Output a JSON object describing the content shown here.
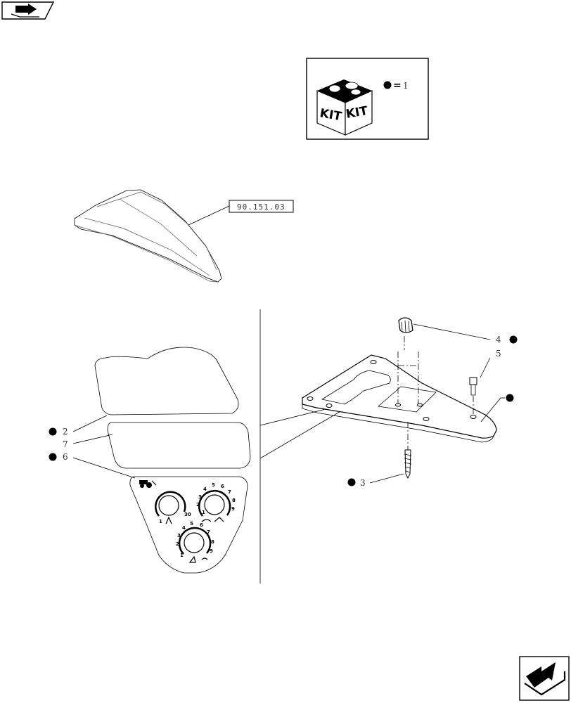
{
  "kit_box": {
    "kit_left": "KIT",
    "kit_right": "KIT",
    "equals": "=",
    "qty": "1"
  },
  "reference": {
    "code": "90.151.03"
  },
  "callouts": [
    {
      "id": "2"
    },
    {
      "id": "7"
    },
    {
      "id": "6"
    },
    {
      "id": "4"
    },
    {
      "id": "5"
    },
    {
      "id": "3"
    }
  ],
  "dial_a": {
    "numbers": [
      "1",
      "30"
    ]
  },
  "dial_b": {
    "numbers": [
      "2",
      "3",
      "4",
      "5",
      "6",
      "7",
      "8",
      "9",
      "1"
    ]
  },
  "dial_c": {
    "numbers": [
      "1",
      "2",
      "3",
      "4",
      "5",
      "6",
      "7",
      "8",
      "9"
    ]
  },
  "colors": {
    "ink": "#000000",
    "line_gray": "#555555",
    "text_gray": "#333333"
  }
}
